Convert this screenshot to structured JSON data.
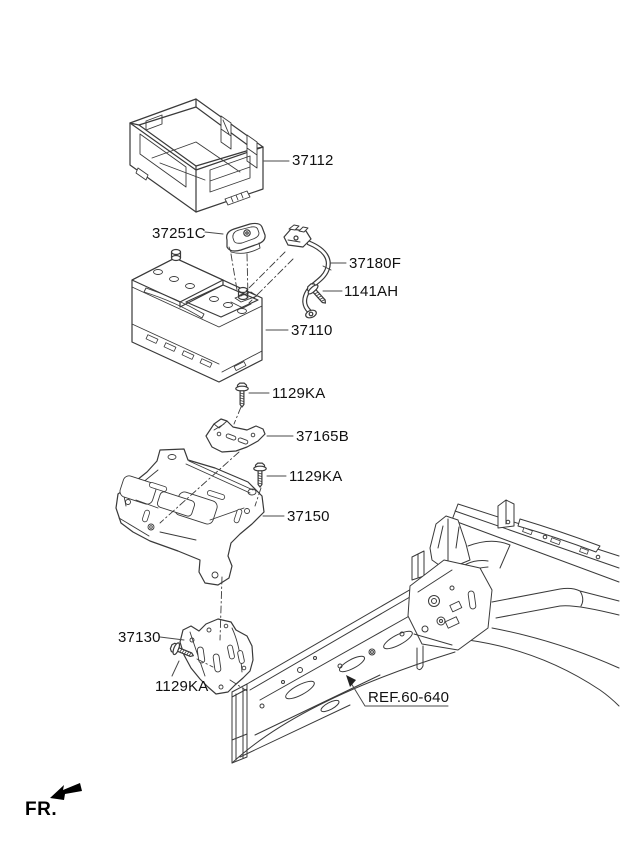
{
  "diagram": {
    "background": "#ffffff",
    "line_color": "#3a3a3a",
    "leader_color": "#4a4a4a",
    "text_color": "#111111"
  },
  "callouts": {
    "cover": "37112",
    "terminal_cap": "37251C",
    "sensor_cable": "37180F",
    "sensor_bolt": "1141AH",
    "battery": "37110",
    "bolt_upper": "1129KA",
    "hold_down_bracket": "37165B",
    "bolt_mid": "1129KA",
    "tray": "37150",
    "mount_bracket": "37130",
    "bolt_lower": "1129KA",
    "frame_reference": "REF.60-640",
    "front_marker": "FR."
  }
}
